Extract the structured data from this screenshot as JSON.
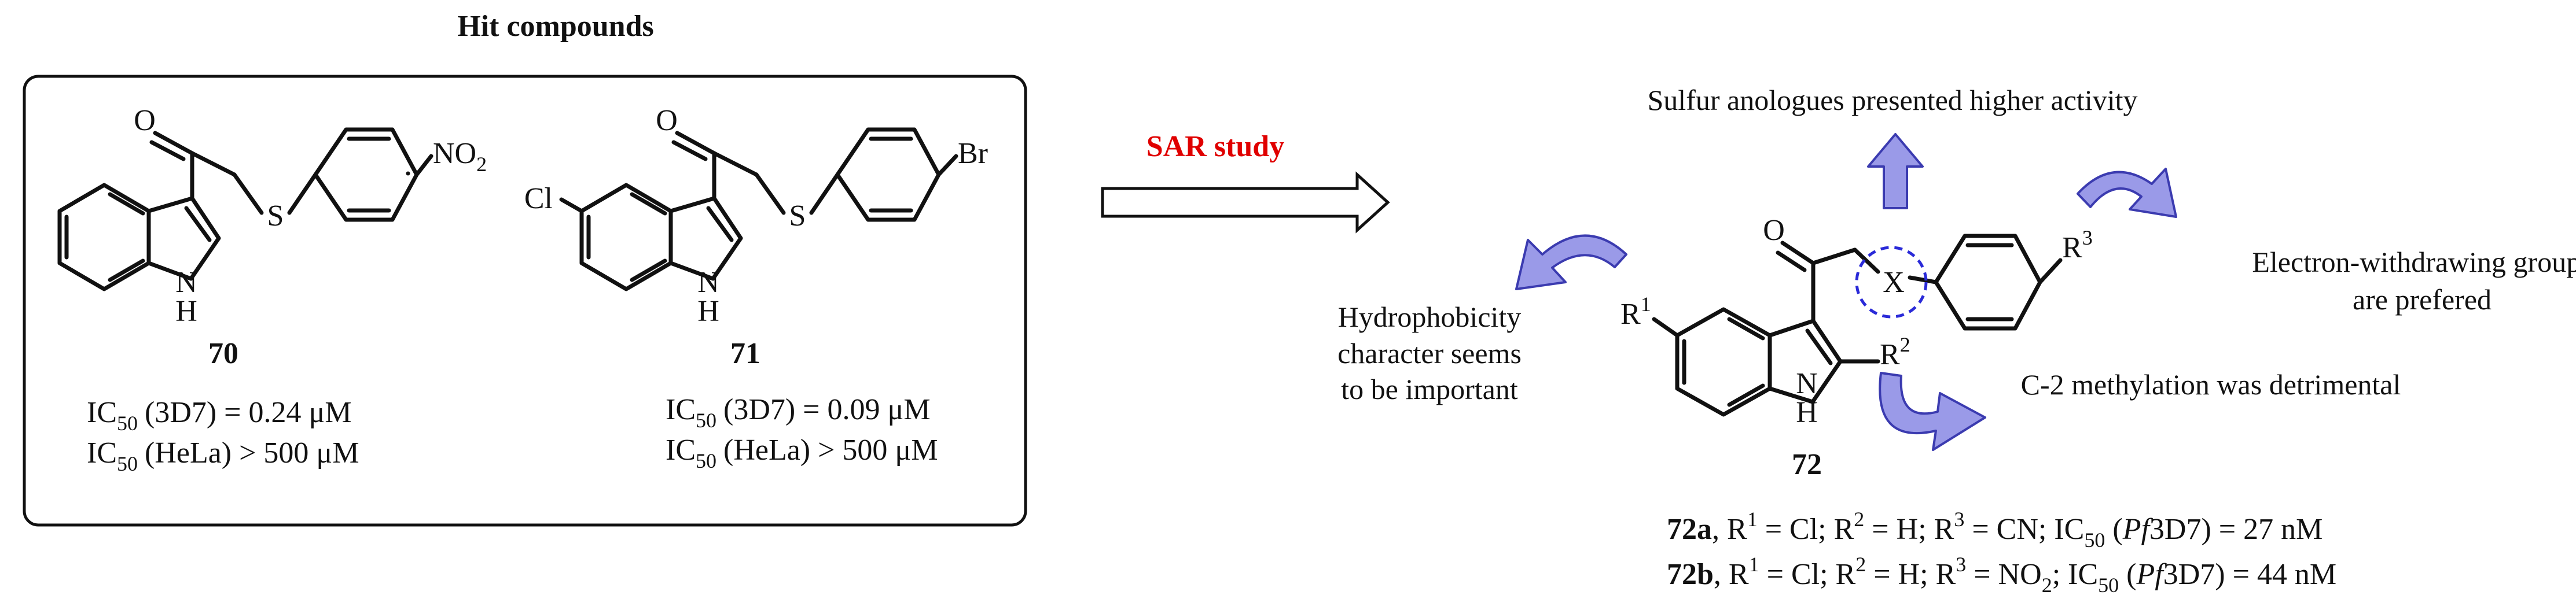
{
  "hit_title": "Hit compounds",
  "compound_70": {
    "label": "70",
    "substituent": "NO",
    "substituent_sub": "2",
    "s_atom": "S",
    "o_atom": "O",
    "nh_n": "N",
    "nh_h": "H",
    "ic50_1_pre": "IC",
    "ic50_1_sub": "50",
    "ic50_1_post": "(3D7) = 0.24 μM",
    "ic50_2_pre": "IC",
    "ic50_2_sub": "50",
    "ic50_2_post": "(HeLa) > 500 μM"
  },
  "compound_71": {
    "label": "71",
    "substituent": "Br",
    "cl": "Cl",
    "s_atom": "S",
    "o_atom": "O",
    "nh_n": "N",
    "nh_h": "H",
    "ic50_1_pre": "IC",
    "ic50_1_sub": "50",
    "ic50_1_post": "(3D7) = 0.09 μM",
    "ic50_2_pre": "IC",
    "ic50_2_sub": "50",
    "ic50_2_post": "(HeLa) > 500 μM"
  },
  "sar_label": "SAR study",
  "compound_72": {
    "label": "72",
    "o_atom": "O",
    "x_atom": "X",
    "nh_n": "N",
    "nh_h": "H",
    "r1": "R",
    "r1_sup": "1",
    "r2": "R",
    "r2_sup": "2",
    "r3": "R",
    "r3_sup": "3"
  },
  "notes": {
    "sulfur": "Sulfur anologues presented higher activity",
    "ewg_line1": "Electron-withdrawing groups",
    "ewg_line2": "are prefered",
    "hydro_line1": "Hydrophobicity",
    "hydro_line2": "character seems",
    "hydro_line3": "to be important",
    "methylation": "C-2 methylation was detrimental"
  },
  "derivatives": [
    {
      "name": "72a",
      "r1": "Cl",
      "r2": "H",
      "r3": "CN",
      "r3_sub": "",
      "pf": "Pf",
      "strain": "3D7",
      "ic50": "27 nM"
    },
    {
      "name": "72b",
      "r1": "Cl",
      "r2": "H",
      "r3": "NO",
      "r3_sub": "2",
      "pf": "Pf",
      "strain": "3D7",
      "ic50": "44 nM"
    }
  ],
  "colors": {
    "arrow_fill": "#9a9ae8",
    "arrow_stroke": "#3b3bb0",
    "sar_text": "#e00000",
    "dashed_circle": "#2a2ad8",
    "ink": "#111111"
  }
}
